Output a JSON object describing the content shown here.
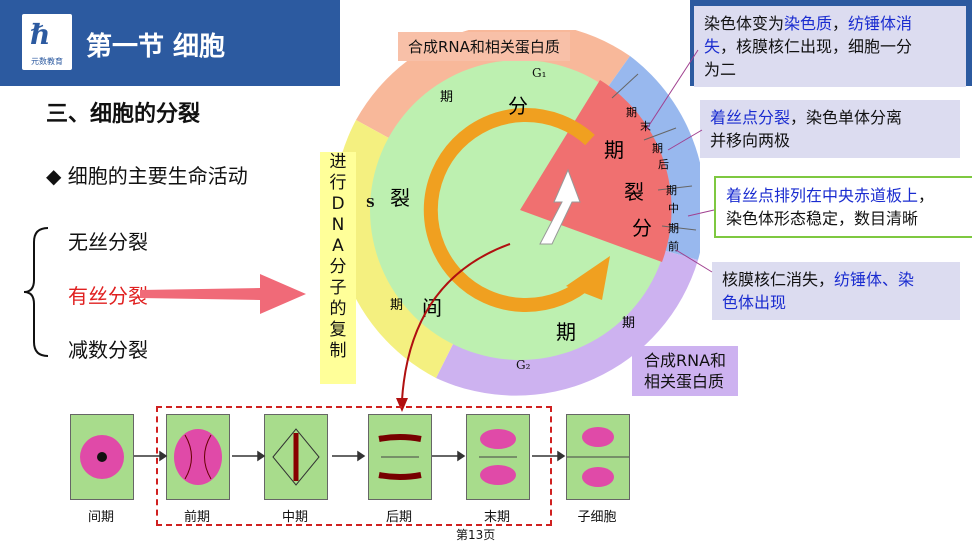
{
  "header": {
    "logo_text": "元数教育",
    "title": "第一节 细胞"
  },
  "section_title": "三、细胞的分裂",
  "bullet": "◆ 细胞的主要生命活动",
  "division_types": [
    "无丝分裂",
    "有丝分裂",
    "减数分裂"
  ],
  "highlight_color": "#e02020",
  "cycle": {
    "top_label": "合成RNA和相关蛋白质",
    "g1": "G₁",
    "g2": "G₂",
    "s": "S",
    "phase_chars": [
      "期",
      "分",
      "裂",
      "间",
      "期",
      "期"
    ],
    "mitosis_chars": [
      "期",
      "裂",
      "分"
    ],
    "sub_phases": {
      "telophase": [
        "期",
        "末"
      ],
      "anaphase": [
        "期",
        "后"
      ],
      "metaphase": [
        "期",
        "中",
        "期"
      ],
      "prophase": [
        "前"
      ]
    },
    "dna_box": [
      "进",
      "行",
      "D",
      "N",
      "A",
      "分",
      "子",
      "的",
      "复",
      "制"
    ],
    "bottom_label": [
      "合成RNA和",
      "相关蛋白质"
    ]
  },
  "notes": {
    "telophase": {
      "line1_a": "染色体变为",
      "line1_b": "染色质",
      "line1_c": "，",
      "line1_d": "纺锤体消",
      "line2_a": "失",
      "line2_b": "，核膜核仁出现，细胞一分",
      "line3": "为二"
    },
    "anaphase": {
      "line1_a": "着丝点分裂",
      "line1_b": "，染色单体分离",
      "line2": "并移向两极"
    },
    "metaphase": {
      "line1": "着丝点排列在中央赤道板上",
      "line1_b": "，",
      "line2": "染色体形态稳定，数目清晰"
    },
    "prophase": {
      "line1_a": "核膜核仁消失，",
      "line1_b": "纺锤体、染",
      "line2": "色体出现"
    }
  },
  "stages": [
    "间期",
    "前期",
    "中期",
    "后期",
    "末期",
    "子细胞"
  ],
  "page_number": "第13页"
}
